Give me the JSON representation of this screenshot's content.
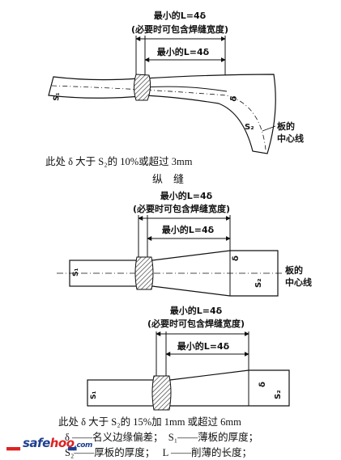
{
  "diagram1": {
    "label_min_weld": "最小的L=4δ",
    "label_weld_note": "(必要时可包含焊缝宽度)",
    "label_min_inner": "最小的L=4δ",
    "label_s1": "S₁",
    "label_delta": "δ",
    "label_s2": "S₂",
    "label_center_line_1": "板的",
    "label_center_line_2": "中心线"
  },
  "caption1": "此处 δ 大于 S₂的 10%或超过 3mm",
  "section_title": "纵　缝",
  "diagram2": {
    "label_min_weld": "最小的L=4δ",
    "label_weld_note": "(必要时可包含焊缝宽度)",
    "label_min_inner": "最小的L=4δ",
    "label_s1": "S₁",
    "label_delta": "δ",
    "label_s2": "S₂",
    "label_center_line_1": "板的",
    "label_center_line_2": "中心线"
  },
  "diagram3": {
    "label_min_weld": "最小的L=4δ",
    "label_weld_note": "(必要时可包含焊缝宽度)",
    "label_min_inner": "最小的L=4δ",
    "label_s1": "S₁",
    "label_delta": "δ",
    "label_s2": "S₂"
  },
  "caption2": "此处 δ 大于 S₂的 15%加 1mm 或超过 6mm",
  "legend_line1": "δ ——名义边缘偏差；　S₁——薄板的厚度；",
  "legend_line2": "S₂——厚板的厚度；　 L ——削薄的长度；",
  "watermark": {
    "brand_a": "safe",
    "brand_b": "hoo",
    "brand_c": ".com"
  }
}
